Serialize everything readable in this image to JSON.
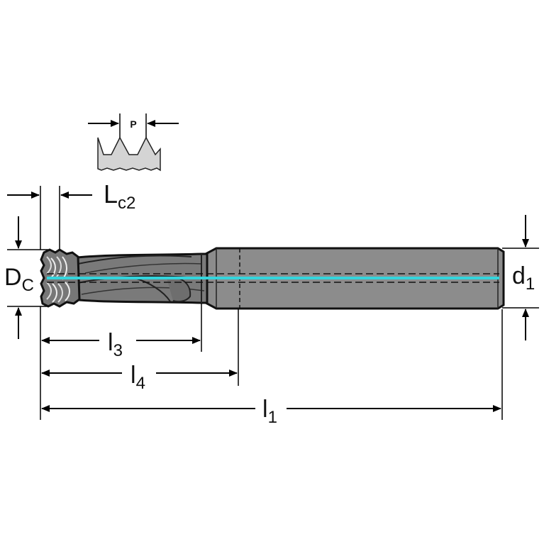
{
  "labels": {
    "pitch": "P",
    "lc2_main": "L",
    "lc2_sub": "c2",
    "dc_main": "D",
    "dc_sub": "C",
    "d1_main": "d",
    "d1_sub": "1",
    "l3_main": "l",
    "l3_sub": "3",
    "l4_main": "l",
    "l4_sub": "4",
    "l1_main": "l",
    "l1_sub": "1"
  },
  "colors": {
    "tool_body": "#808080",
    "shank": "#8c8c8c",
    "outline": "#111111",
    "coolant_channel": "#34d4dc",
    "thread_profile": "#d4d4d4"
  }
}
